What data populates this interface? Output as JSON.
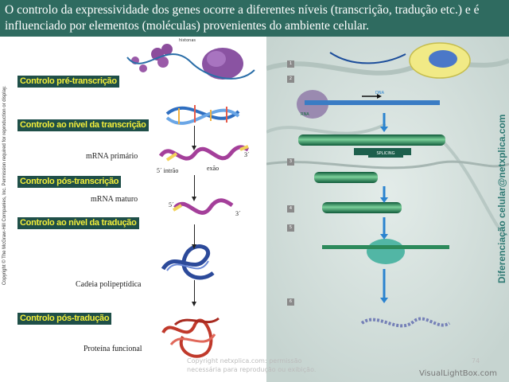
{
  "header": {
    "text": "O controlo da expressividade dos genes ocorre a diferentes níveis (transcrição, tradução etc.) e é influenciado por elementos (moléculas) provenientes do ambiente celular."
  },
  "stages": [
    {
      "label": "Controlo pré-transcrição"
    },
    {
      "label": "Controlo ao nível da transcrição"
    },
    {
      "label": "Controlo pós-transcrição"
    },
    {
      "label": "Controlo ao nível da tradução"
    },
    {
      "label": "Controlo pós-tradução"
    }
  ],
  "molecules": {
    "mrna_primario": "mRNA primário",
    "mrna_maturo": "mRNA maturo",
    "cadeia": "Cadeia polipeptídica",
    "proteina": "Proteína funcional",
    "intrao": "5´ intrão",
    "exao": "exão",
    "three_prime_a": "3´",
    "five_prime_b": "5´",
    "three_prime_b": "3´",
    "histonas": "histonas"
  },
  "side": {
    "copyright": "Copyright © The McGraw-Hill Companies, Inc. Permission required for reproduction or display.",
    "watermark": "Diferenciação celular@netxplica.com"
  },
  "footer": {
    "copy_line1": "Copyright netxplica.com: permissão",
    "copy_line2": "necessária para reprodução ou exibição.",
    "page": "74",
    "site": "VisualLightBox.com"
  },
  "right_panel": {
    "steps": [
      "1",
      "2",
      "3",
      "4",
      "5",
      "6"
    ],
    "splicing": "SPLICING",
    "dna": "DNA",
    "rna": "RNA"
  },
  "colors": {
    "header_bg": "#2f6b60",
    "label_bg": "#1f4f48",
    "label_text": "#f4ef3a",
    "watermark": "#2f7a74"
  }
}
